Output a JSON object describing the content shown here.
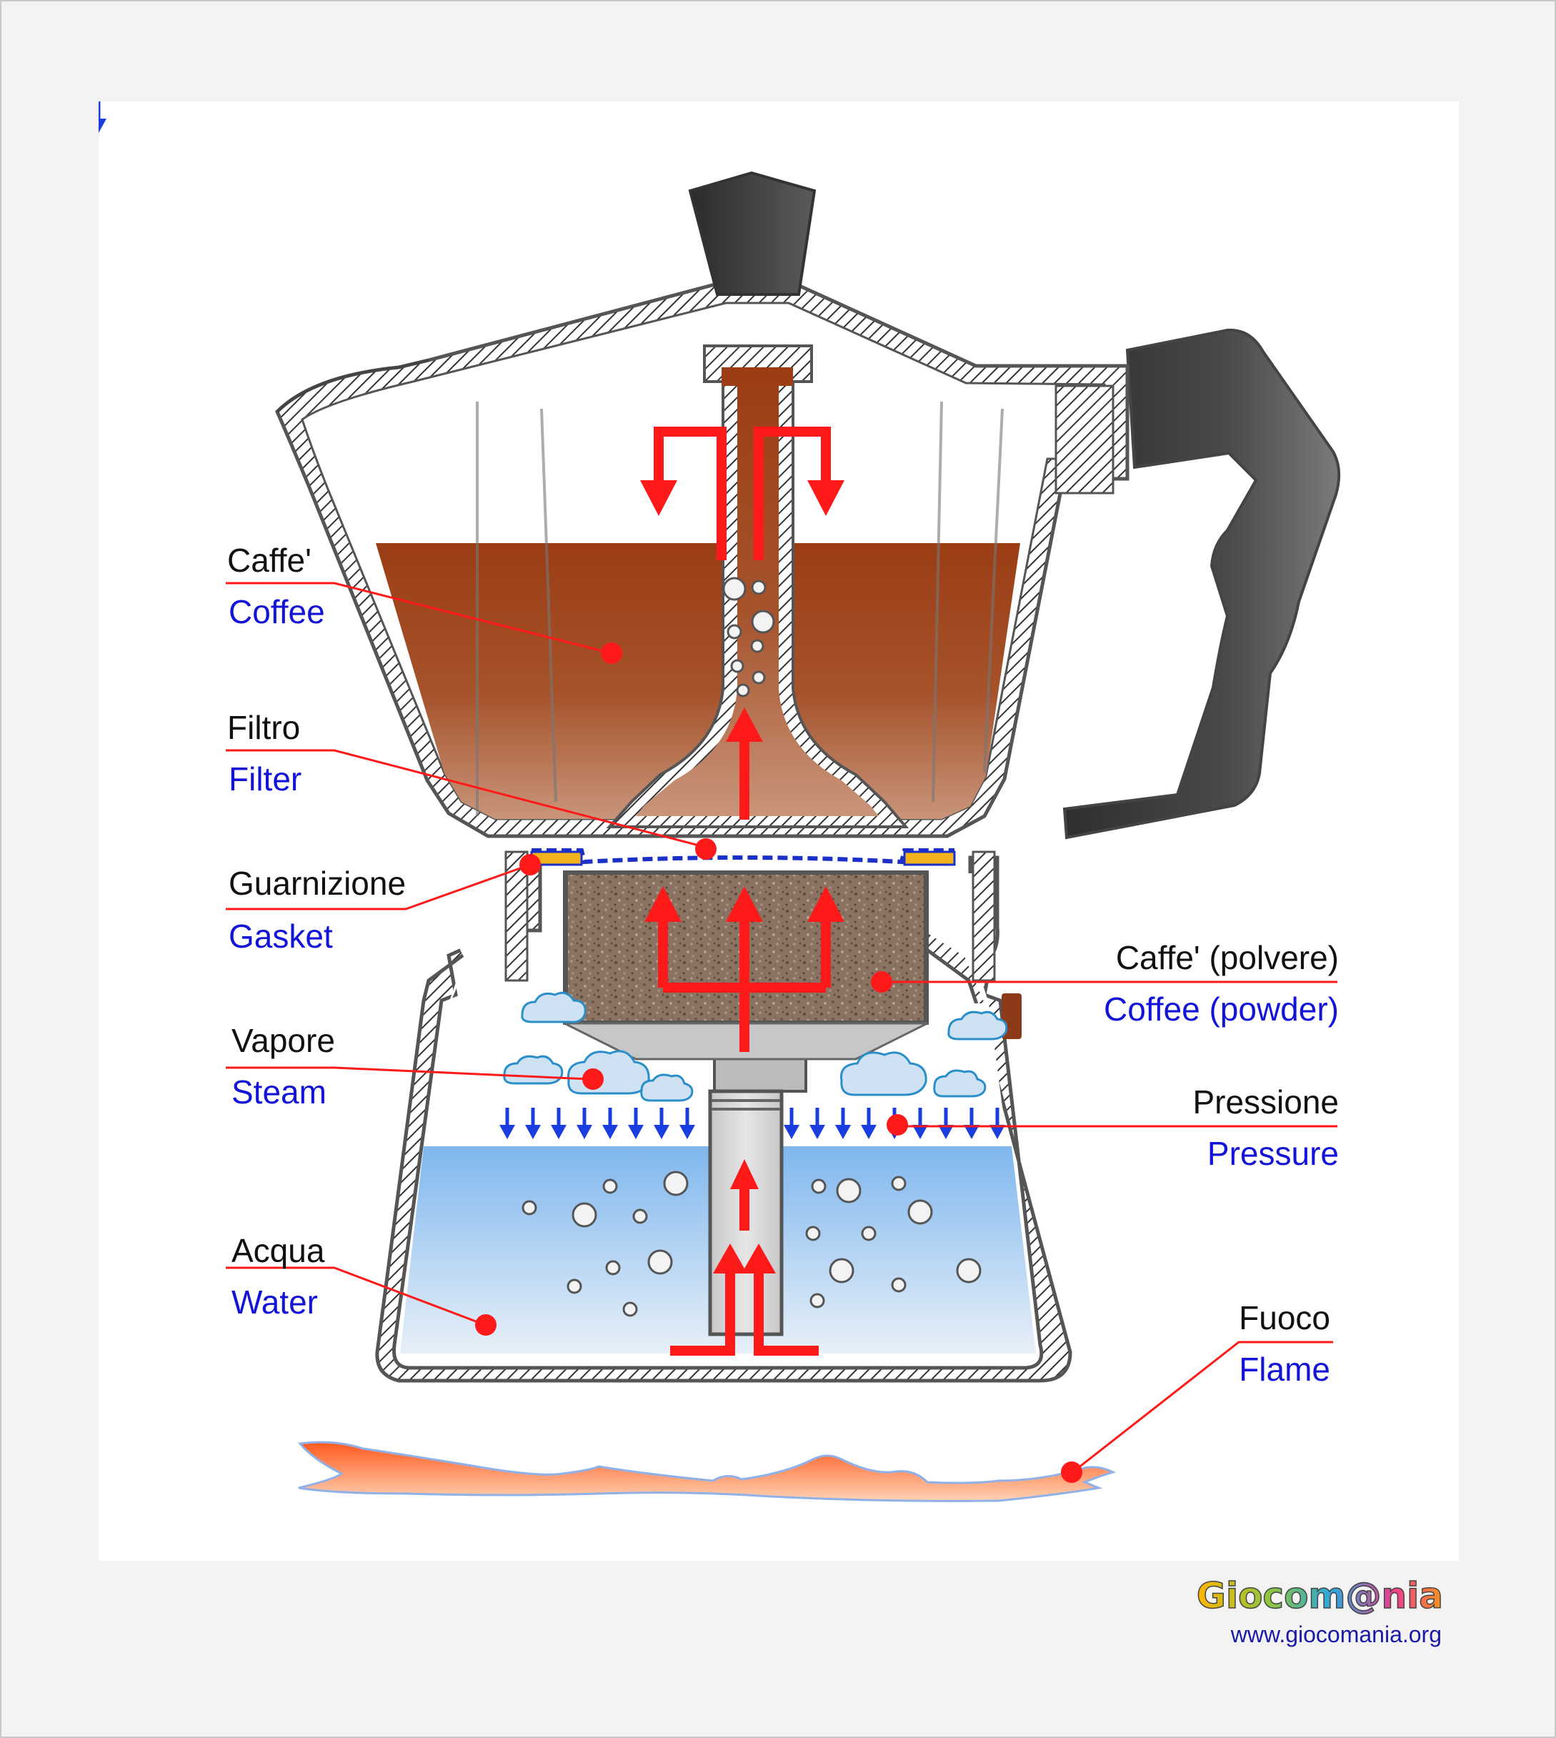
{
  "labels": {
    "coffee": {
      "it": "Caffe'",
      "en": "Coffee"
    },
    "filter": {
      "it": "Filtro",
      "en": "Filter"
    },
    "gasket": {
      "it": "Guarnizione",
      "en": "Gasket"
    },
    "steam": {
      "it": "Vapore",
      "en": "Steam"
    },
    "water": {
      "it": "Acqua",
      "en": "Water"
    },
    "coffee_powder": {
      "it": "Caffe' (polvere)",
      "en": "Coffee (powder)"
    },
    "pressure": {
      "it": "Pressione",
      "en": "Pressure"
    },
    "flame": {
      "it": "Fuoco",
      "en": "Flame"
    }
  },
  "logo": {
    "name": "Giocom@nia",
    "url": "www.giocomania.org"
  },
  "colors": {
    "label_line": "#ff1a1a",
    "italian_text": "#111111",
    "english_text": "#1414d8",
    "coffee_top": "#9b3d14",
    "coffee_bottom": "#c9957a",
    "water_top": "#7fb7ee",
    "water_bottom": "#e4eef8",
    "flow_arrow": "#ff1a1a",
    "pressure_arrow": "#1a3de0",
    "gasket": "#f2b21c",
    "filter_line": "#1a30c8"
  }
}
